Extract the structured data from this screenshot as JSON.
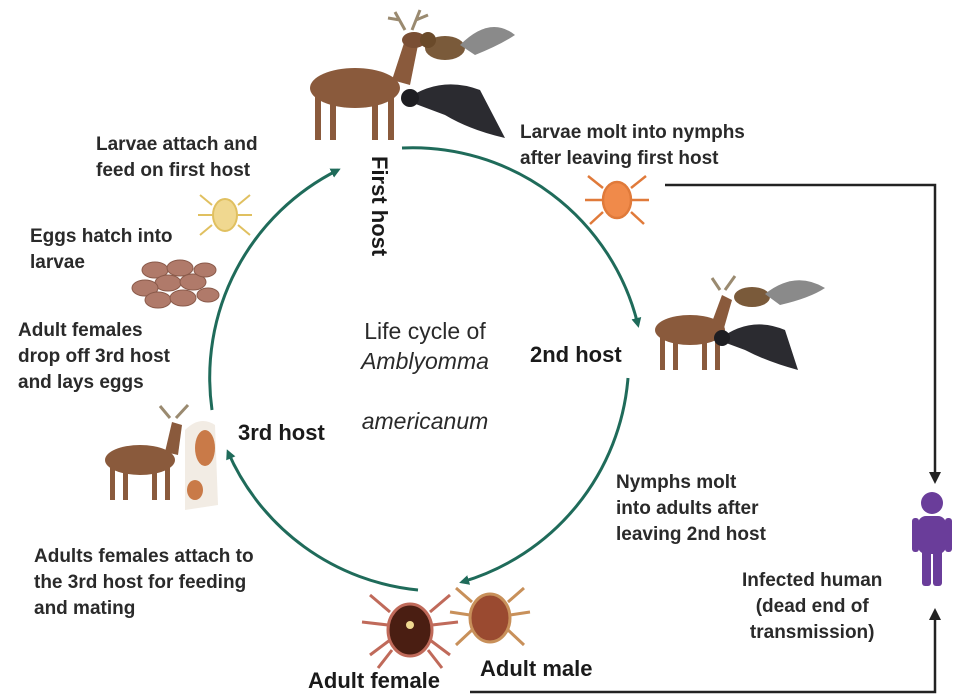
{
  "diagram": {
    "center_title": {
      "prefix": "Life cycle of",
      "genus": "Amblyomma",
      "species": "americanum"
    },
    "hosts": {
      "first": "First host",
      "second": "2nd host",
      "third": "3rd host"
    },
    "stages": {
      "larvae_attach": "Larvae attach and\nfeed on first host",
      "eggs_hatch": "Eggs hatch into\nlarvae",
      "adult_females_drop": "Adult females\ndrop off 3rd host\nand lays eggs",
      "larvae_molt": "Larvae molt into nymphs\nafter leaving first host",
      "nymphs_molt": "Nymphs molt\ninto adults after\nleaving 2nd host",
      "adults_attach": "Adults females attach to\nthe 3rd host for feeding\nand mating",
      "adult_female": "Adult female",
      "adult_male": "Adult male",
      "infected_human": "Infected human\n(dead end of\ntransmission)"
    },
    "colors": {
      "cycle_arrow": "#1f6b5a",
      "human": "#6a3d9a",
      "deer": "#8a5a3c",
      "bird": "#2b2b30",
      "squirrel": "#7a5a3a",
      "tick_orange": "#e07a3a",
      "tick_yellow": "#e0c060",
      "egg": "#b07a6a"
    }
  }
}
